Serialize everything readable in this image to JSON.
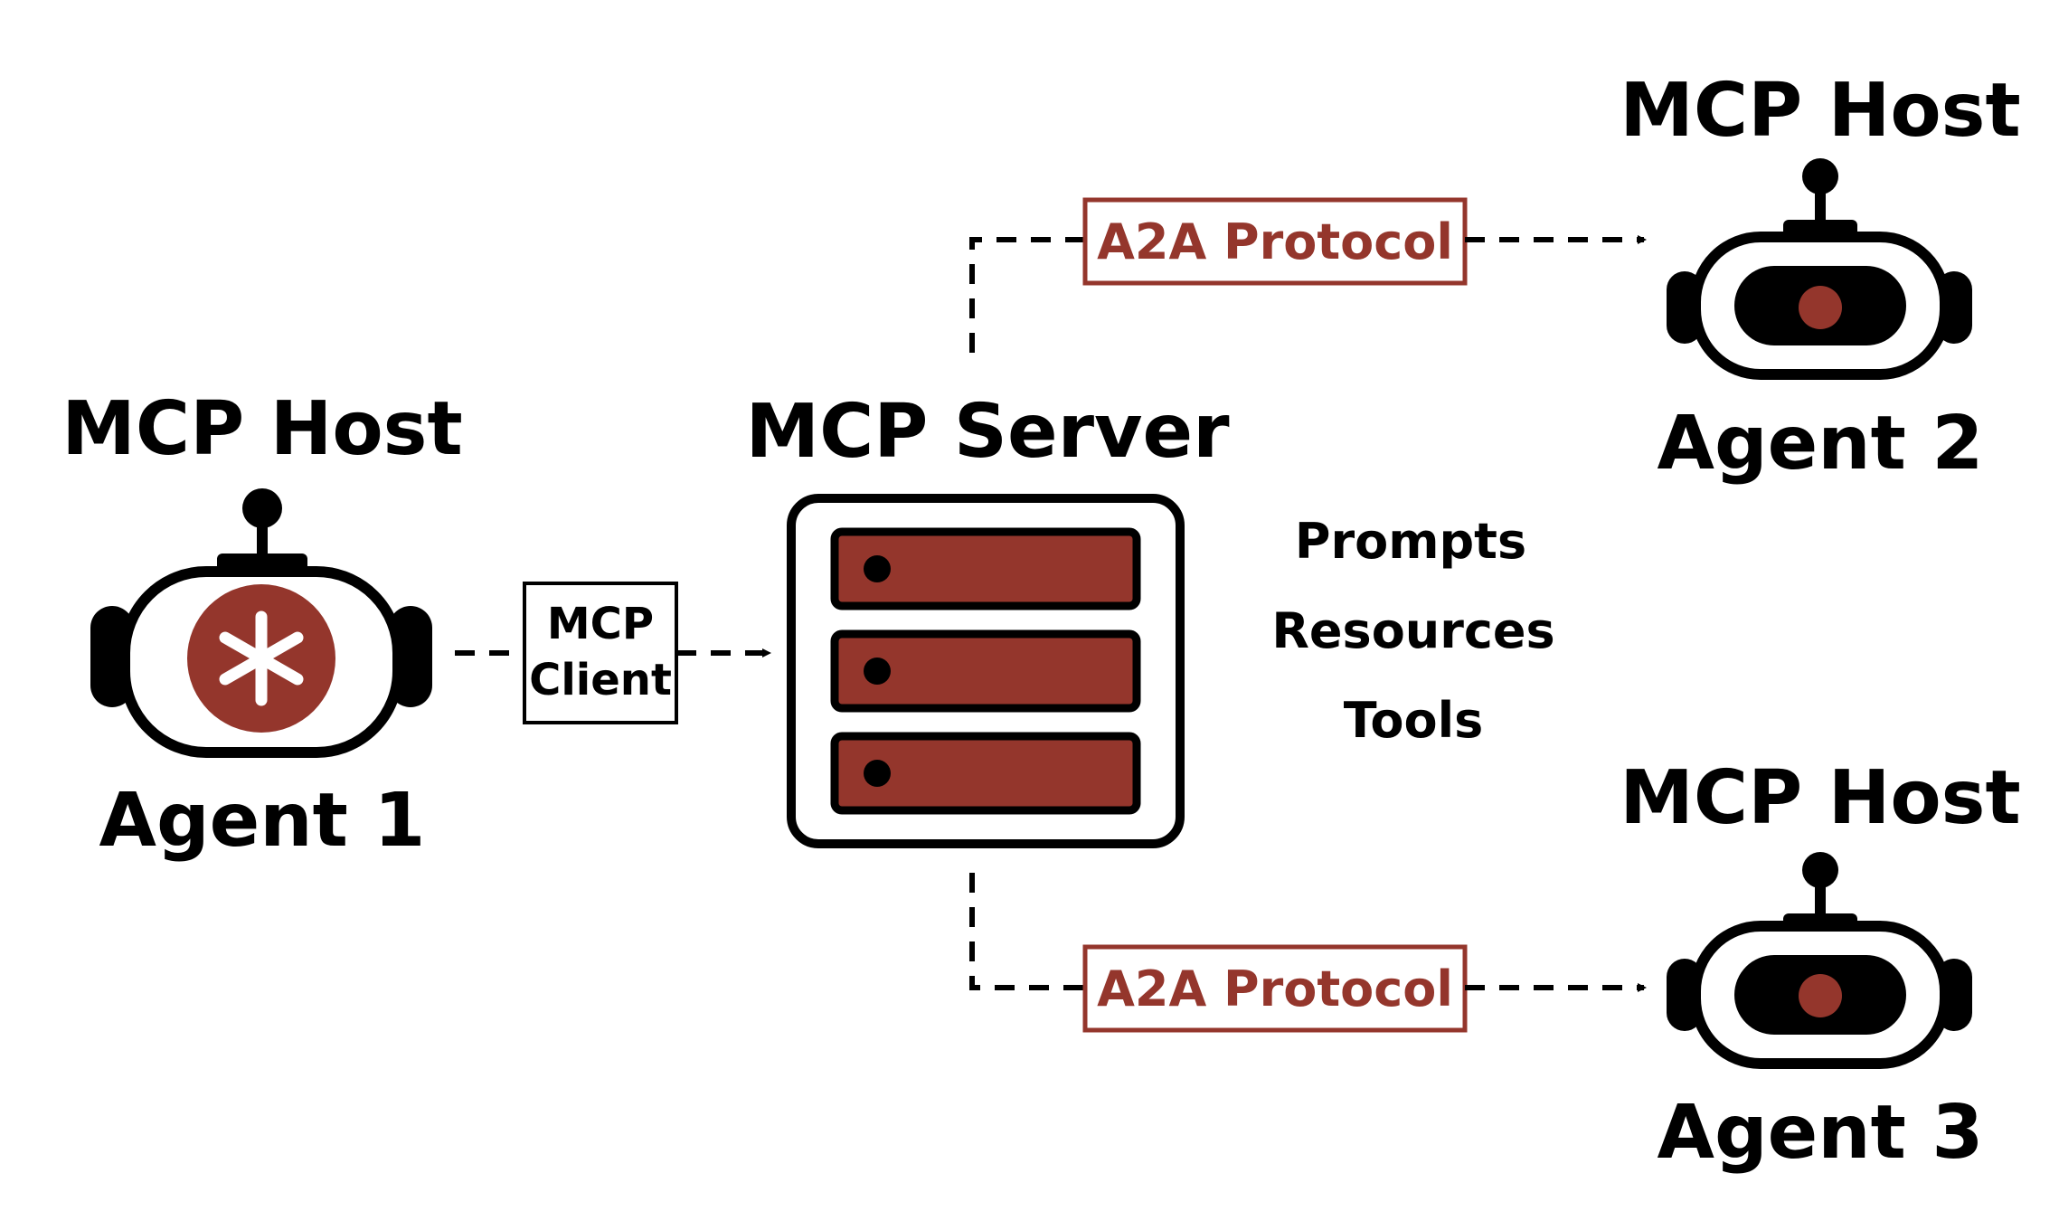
{
  "agent1": {
    "host_label": "MCP Host",
    "agent_label": "Agent 1",
    "icon": "robot-asterisk-icon"
  },
  "client": {
    "line1": "MCP",
    "line2": "Client"
  },
  "server": {
    "title": "MCP Server",
    "icon": "server-rack-icon"
  },
  "capabilities": [
    "Prompts",
    "Resources",
    "Tools"
  ],
  "agent2": {
    "host_label": "MCP Host",
    "agent_label": "Agent 2",
    "icon": "robot-icon"
  },
  "agent3": {
    "host_label": "MCP Host",
    "agent_label": "Agent 3",
    "icon": "robot-icon"
  },
  "protocol_top": "A2A Protocol",
  "protocol_bottom": "A2A Protocol",
  "colors": {
    "accent": "#94362c",
    "ink": "#000000",
    "background": "#ffffff"
  }
}
